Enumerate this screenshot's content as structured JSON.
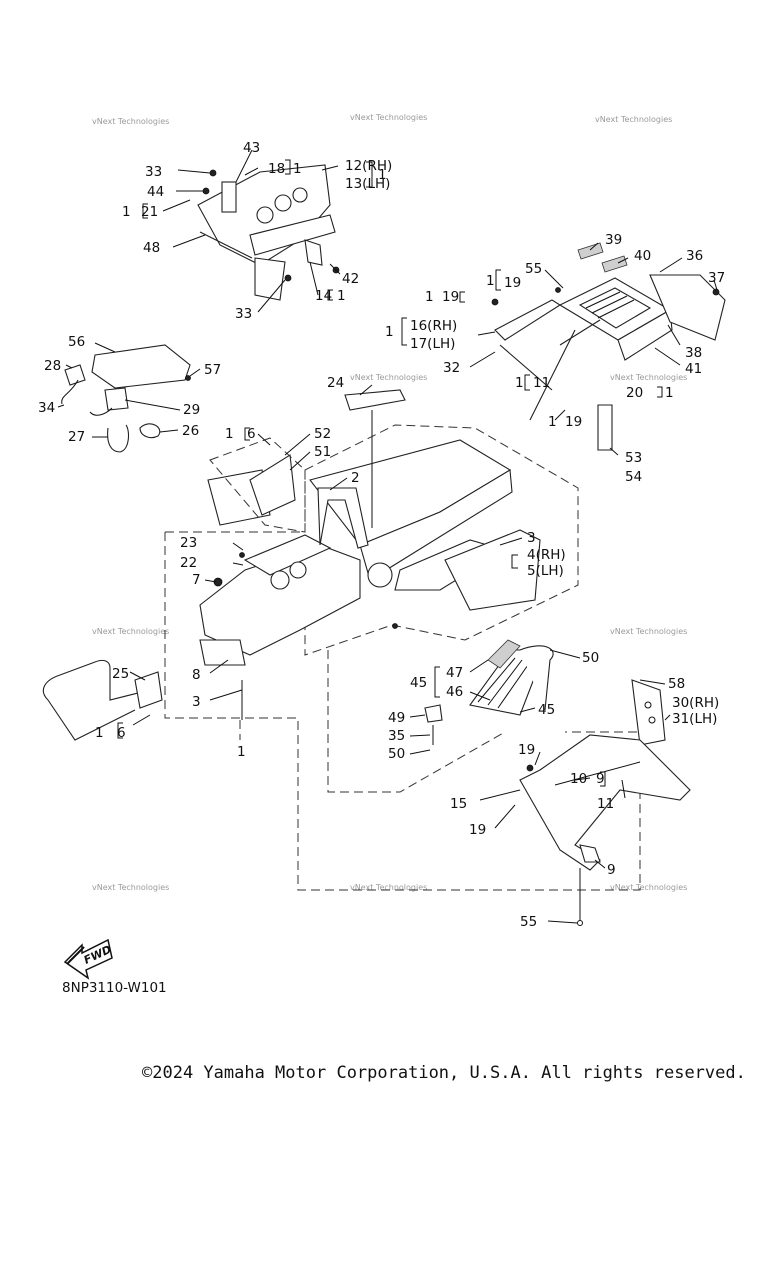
{
  "watermark": "vNext Technologies",
  "diagram_code": "8NP3110-W101",
  "fwd_label": "FWD",
  "copyright": "©2024 Yamaha Motor Corporation, U.S.A. All rights reserved.",
  "labels": {
    "l43": "43",
    "l33a": "33",
    "l18": "18",
    "l1a": "1",
    "l12": "12(RH)",
    "l13": "13(LH)",
    "l1b": "1",
    "l44": "44",
    "l1c": "1",
    "l21": "21",
    "l48": "48",
    "l42": "42",
    "l14": "14",
    "l1d": "1",
    "l33b": "33",
    "l39": "39",
    "l40": "40",
    "l36": "36",
    "l55a": "55",
    "l1e": "1",
    "l19a": "19",
    "l37": "37",
    "l1f": "1",
    "l19b": "19",
    "l1g": "1",
    "l16": "16(RH)",
    "l17": "17(LH)",
    "l38": "38",
    "l32": "32",
    "l1h": "1",
    "l11a": "11",
    "l41": "41",
    "l20": "20",
    "l1i": "1",
    "l1j": "1",
    "l19c": "19",
    "l53": "53",
    "l54": "54",
    "l56": "56",
    "l57": "57",
    "l28": "28",
    "l34": "34",
    "l29": "29",
    "l27": "27",
    "l26": "26",
    "l24": "24",
    "l1k": "1",
    "l6a": "6",
    "l52": "52",
    "l51": "51",
    "l2": "2",
    "l23": "23",
    "l22": "22",
    "l7": "7",
    "l3a": "3",
    "l4": "4(RH)",
    "l5": "5(LH)",
    "l8": "8",
    "l3b": "3",
    "l25": "25",
    "l1l": "1",
    "l6b": "6",
    "l1m": "1",
    "l50a": "50",
    "l58": "58",
    "l47": "47",
    "l45a": "45",
    "l46": "46",
    "l45b": "45",
    "l30": "30(RH)",
    "l31": "31(LH)",
    "l49": "49",
    "l35": "35",
    "l50b": "50",
    "l19d": "19",
    "l10": "10",
    "l9a": "9",
    "l15": "15",
    "l11b": "11",
    "l19e": "19",
    "l9b": "9",
    "l55b": "55"
  }
}
